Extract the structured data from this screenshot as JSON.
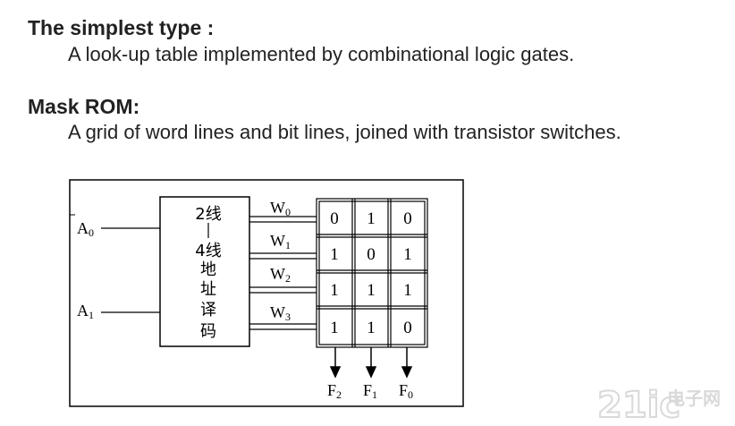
{
  "section1": {
    "heading": "The simplest type :",
    "description": "A look-up table implemented by combinational logic gates."
  },
  "section2": {
    "heading": "Mask ROM:",
    "description": "A grid of word lines and bit lines, joined with transistor switches."
  },
  "diagram": {
    "inputs": [
      {
        "base": "A",
        "sub": "0"
      },
      {
        "base": "A",
        "sub": "1"
      }
    ],
    "decoder_label": [
      "2线",
      "—",
      "4线",
      "地",
      "址",
      "译",
      "码"
    ],
    "word_lines": [
      {
        "base": "W",
        "sub": "0"
      },
      {
        "base": "W",
        "sub": "1"
      },
      {
        "base": "W",
        "sub": "2"
      },
      {
        "base": "W",
        "sub": "3"
      }
    ],
    "grid": [
      [
        "0",
        "1",
        "0"
      ],
      [
        "1",
        "0",
        "1"
      ],
      [
        "1",
        "1",
        "1"
      ],
      [
        "1",
        "1",
        "0"
      ]
    ],
    "outputs": [
      {
        "base": "F",
        "sub": "2"
      },
      {
        "base": "F",
        "sub": "1"
      },
      {
        "base": "F",
        "sub": "0"
      }
    ]
  },
  "watermark": {
    "logo_text": "21ic",
    "site_text": "电子网"
  },
  "colors": {
    "text": "#222222",
    "line": "#000000",
    "watermark": "#d9d9d9"
  }
}
